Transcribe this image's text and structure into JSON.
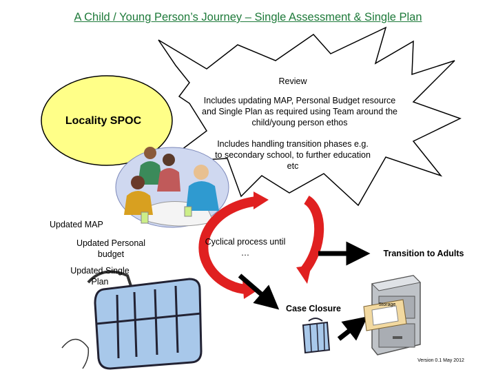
{
  "title": "A Child / Young Person’s Journey – Single Assessment & Single Plan",
  "spoc_label": "Locality SPOC",
  "review_label": "Review",
  "review_text_1": "Includes updating MAP, Personal Budget resource and Single Plan as required using Team around the child/young person ethos",
  "review_text_2": "Includes handling transition phases e.g. to secondary school, to further education etc",
  "updated_map": "Updated MAP",
  "updated_personal_budget": "Updated Personal budget",
  "updated_single_plan": "Updated Single Plan",
  "cyclical_process": "Cyclical process until …",
  "transition_to_adults": "Transition to Adults",
  "case_closure": "Case Closure",
  "storage_label": "Storage",
  "version": "Version 0.1 May 2012",
  "colors": {
    "title": "#1e7a3a",
    "spoc_ellipse": "#ffff88",
    "cycle_arrow": "#e02020",
    "arrows": "#000000"
  },
  "icons": [
    "people-meeting-clipart",
    "briefcase-icon",
    "filing-cabinet-icon",
    "small-briefcase-icon"
  ]
}
